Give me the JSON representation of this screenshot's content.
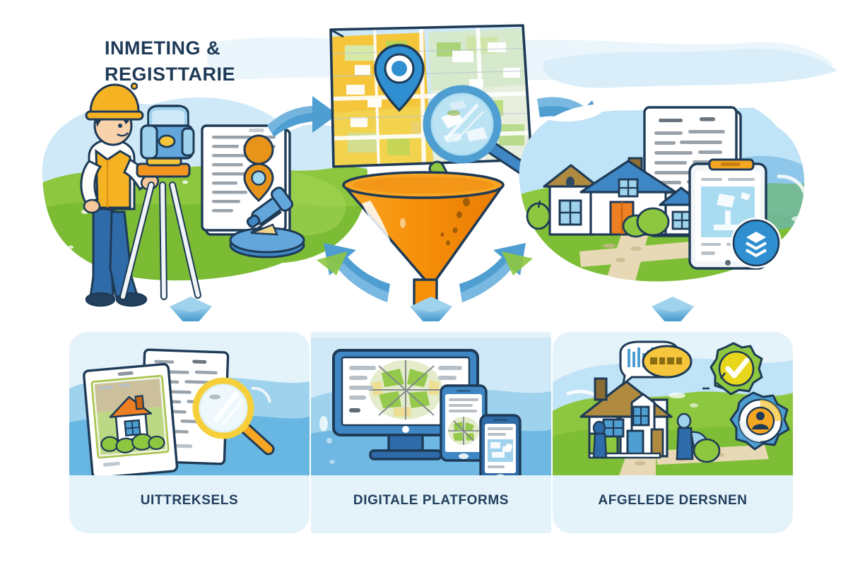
{
  "title": {
    "line1": "INMETING &",
    "line2": "REGISTTARIE"
  },
  "colors": {
    "title_navy": "#1f3a57",
    "sky_blue": "#d3ecf8",
    "grass_green": "#8bc63f",
    "arrow_blue": "#4f9ed1",
    "funnel_orange": "#f5900d",
    "card_bg": "#e4f2fa",
    "pin_blue": "#2f8fd0",
    "pin_orange": "#e8941a",
    "label_navy": "#22405e",
    "outline_navy": "#1e3a56",
    "house_roof_blue": "#3f87c4",
    "house_door_orange": "#ee7f22",
    "check_green": "#8cc63e",
    "check_yellow": "#ecd11f"
  },
  "top_scene": {
    "left_panel": {
      "name": "surveyor-scene",
      "figure_alt": "surveyor-with-theodolite",
      "document_alt": "registration-document-with-pin",
      "stamp_alt": "blue-stamp-on-base"
    },
    "center_panel": {
      "map_alt": "cadastral-map-with-parcels",
      "pin_alt": "blue-location-pin",
      "magnifier_alt": "blue-magnifying-glass",
      "funnel_alt": "orange-funnel"
    },
    "right_panel": {
      "house_alt": "house-with-blue-roof",
      "document_alt": "property-document",
      "tablet_alt": "tablet-with-map",
      "badge_alt": "blue-download-badge"
    }
  },
  "arrows": {
    "left_to_center": "arrow-right",
    "center_to_right": "arrow-down-right",
    "funnel_left": "arrow-down-left",
    "funnel_right": "arrow-down-right",
    "down_1": "chevron-down",
    "down_2": "chevron-down",
    "down_3": "chevron-down"
  },
  "cards": [
    {
      "id": "uittreksels",
      "label": "UITTREKSELS",
      "image_alt": "documents-with-house-photo-and-magnifier"
    },
    {
      "id": "digitale-platforms",
      "label": "DIGITALE PLATFORMS",
      "image_alt": "desktop-tablet-phone-showing-maps"
    },
    {
      "id": "afgelede-dersnen",
      "label": "AFGELEDE DERSNEN",
      "image_alt": "house-with-people-checkmark-and-gear"
    }
  ]
}
